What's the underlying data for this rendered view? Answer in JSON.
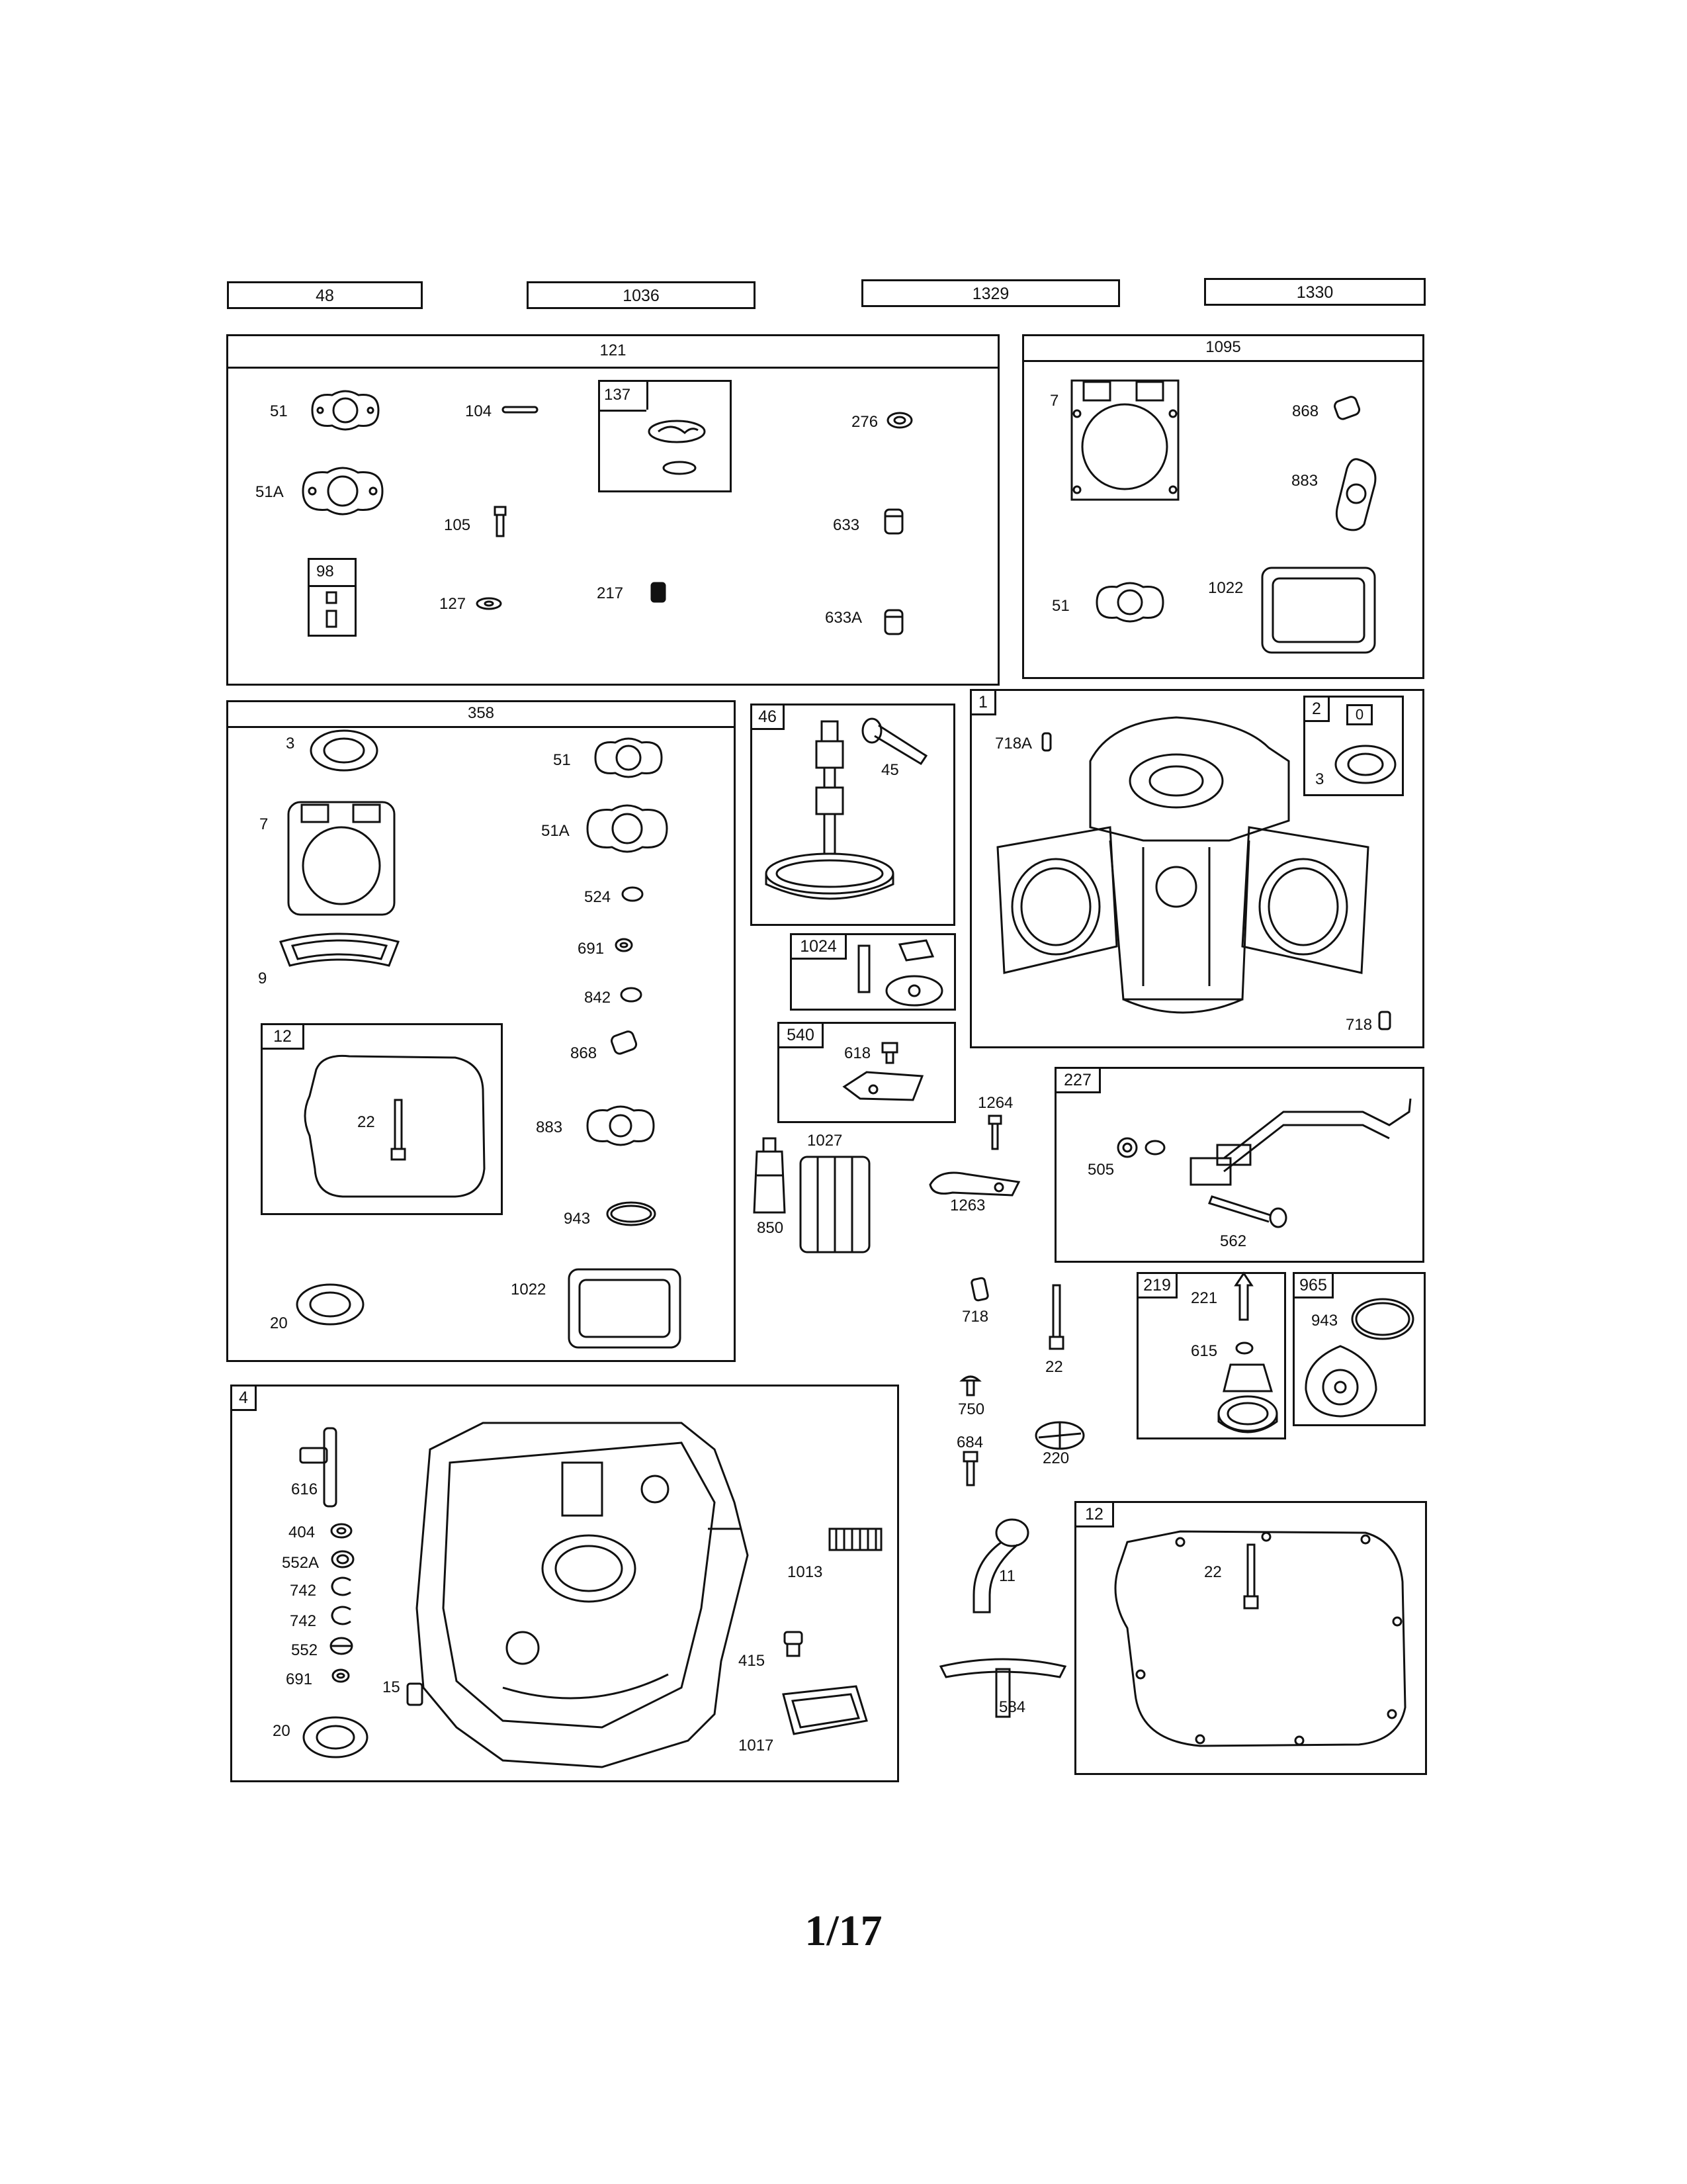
{
  "header_boxes": [
    "48",
    "1036",
    "1329",
    "1330"
  ],
  "kit_121": {
    "title": "121",
    "labels": [
      "51",
      "104",
      "137",
      "276",
      "51A",
      "105",
      "633",
      "98",
      "127",
      "217",
      "633A"
    ]
  },
  "kit_1095": {
    "title": "1095",
    "labels": [
      "7",
      "868",
      "883",
      "51",
      "1022"
    ]
  },
  "kit_358": {
    "title": "358",
    "labels": [
      "3",
      "51",
      "7",
      "51A",
      "524",
      "691",
      "9",
      "842",
      "12",
      "22",
      "868",
      "883",
      "943",
      "1022",
      "20"
    ]
  },
  "box_46": {
    "title": "46",
    "labels": [
      "45"
    ]
  },
  "box_1024": {
    "title": "1024"
  },
  "box_540": {
    "title": "540",
    "labels": [
      "618"
    ]
  },
  "box_1": {
    "title": "1",
    "labels": [
      "718A",
      "718"
    ]
  },
  "box_2": {
    "title": "2",
    "labels": [
      "3"
    ],
    "sub_tag": "0"
  },
  "box_227": {
    "title": "227",
    "labels": [
      "505",
      "562"
    ]
  },
  "box_219": {
    "title": "219",
    "labels": [
      "221",
      "615"
    ]
  },
  "box_965": {
    "title": "965",
    "labels": [
      "943"
    ]
  },
  "box_4": {
    "title": "4",
    "labels": [
      "616",
      "404",
      "552A",
      "742",
      "742",
      "552",
      "691",
      "15",
      "20",
      "1013",
      "415",
      "1017"
    ]
  },
  "box_12b": {
    "title": "12",
    "labels": [
      "22"
    ]
  },
  "loose": {
    "labels": [
      "1264",
      "1027",
      "1263",
      "850",
      "718",
      "22",
      "750",
      "684",
      "220",
      "11",
      "584"
    ]
  },
  "page_number": "1/17"
}
